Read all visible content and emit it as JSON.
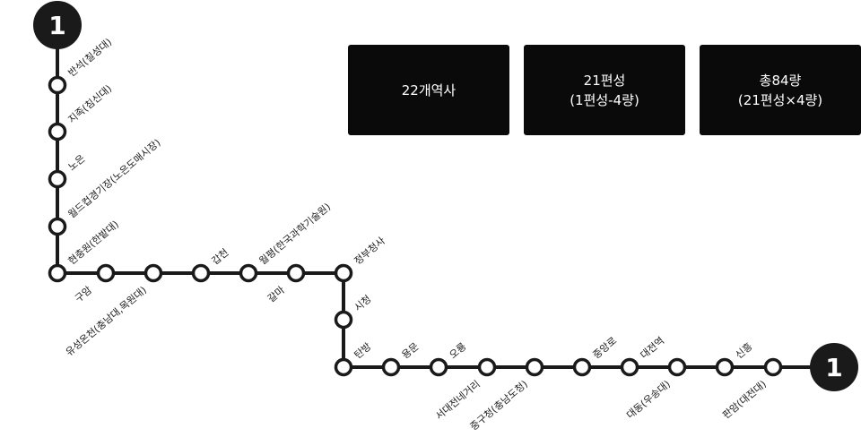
{
  "line_badge": "1",
  "stats": [
    {
      "lines": [
        "22개역사"
      ]
    },
    {
      "lines": [
        "21편성",
        "(1편성-4량)"
      ]
    },
    {
      "lines": [
        "총84량",
        "(21편성×4량)"
      ]
    }
  ],
  "stations": [
    "반석(칠성대)",
    "지족(침신대)",
    "노은",
    "월드컵경기장(노은도매시장)",
    "현충원(한밭대)",
    "구암",
    "유성온천(충남대,목원대)",
    "갑천",
    "월평(한국과학기술원)",
    "갈마",
    "정부청사",
    "시청",
    "탄방",
    "용문",
    "오룡",
    "서대전네거리",
    "중구청(충남도청)",
    "중앙로",
    "대전역",
    "대동(우송대)",
    "신흥",
    "판암(대전대)"
  ],
  "colors": {
    "line": "#1a1a1a",
    "station_fill": "#ffffff",
    "badge": "#1a1a1a",
    "box": "#0a0a0a",
    "box_text": "#ffffff"
  }
}
